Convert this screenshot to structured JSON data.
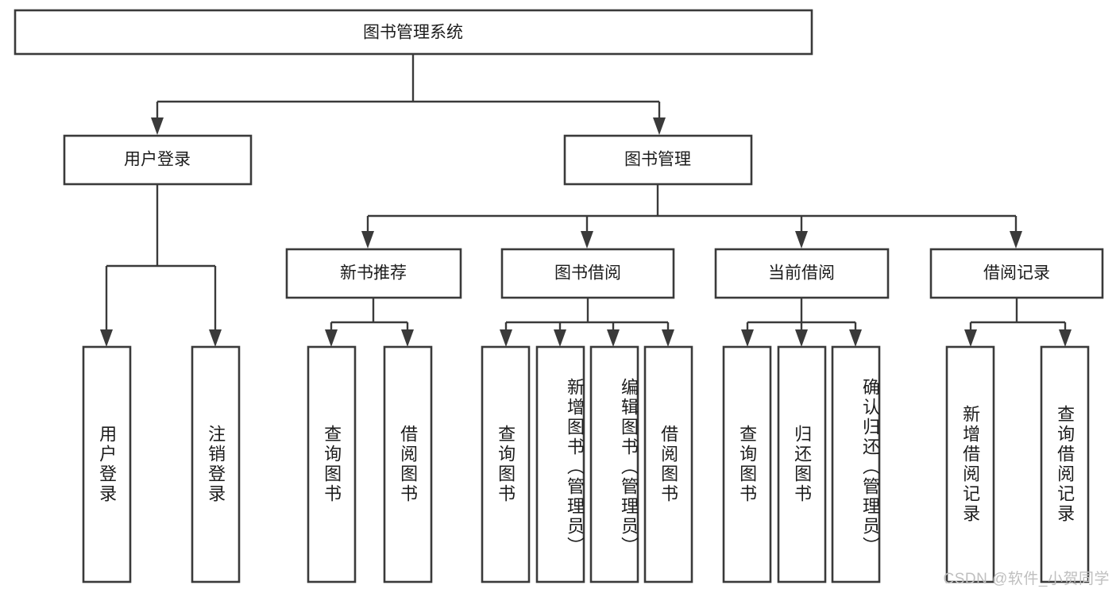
{
  "diagram": {
    "title": "图书管理系统",
    "watermark": "CSDN @软件_小贺同学",
    "colors": {
      "stroke": "#3a3a3a",
      "fill": "#ffffff",
      "text": "#1c1c1c",
      "watermark": "#bfbfbf"
    },
    "root": {
      "label": "图书管理系统"
    },
    "level2": [
      {
        "label": "用户登录"
      },
      {
        "label": "图书管理"
      }
    ],
    "level3": [
      {
        "label": "新书推荐"
      },
      {
        "label": "图书借阅"
      },
      {
        "label": "当前借阅"
      },
      {
        "label": "借阅记录"
      }
    ],
    "leaves": {
      "user_login": [
        {
          "label": "用户登录"
        },
        {
          "label": "注销登录"
        }
      ],
      "new_book_recommend": [
        {
          "label": "查询图书"
        },
        {
          "label": "借阅图书"
        }
      ],
      "book_borrow": [
        {
          "label": "查询图书"
        },
        {
          "label": "新增图书（管理员）"
        },
        {
          "label": "编辑图书（管理员）"
        },
        {
          "label": "借阅图书"
        }
      ],
      "current_borrow": [
        {
          "label": "查询图书"
        },
        {
          "label": "归还图书"
        },
        {
          "label": "确认归还（管理员）"
        }
      ],
      "borrow_records": [
        {
          "label": "新增借阅记录"
        },
        {
          "label": "查询借阅记录"
        }
      ]
    }
  }
}
